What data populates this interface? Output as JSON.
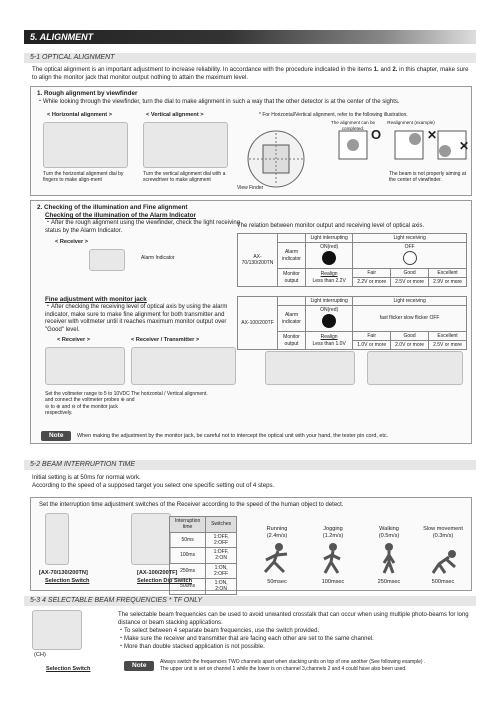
{
  "banner": "5. ALIGNMENT",
  "s51": {
    "head": "5-1  OPTICAL ALIGNMENT",
    "intro_a": "The optical alignment is an important adjustment to increase reliability.  In accordance with the procedure indicated in the items ",
    "intro_b1": "1.",
    "intro_and": " and ",
    "intro_b2": "2.",
    "intro_c": " in this chapter, make sure to align the monitor jack that monitor output nothing to attain the maximum level.",
    "step1_title": "1. Rough alignment by viewfinder",
    "step1_text": "・While looking through the viewfinder, turn the dial to make alignment in such a way that the other detector is at the center of the sights.",
    "h_align": "< Horizontal alignment >",
    "v_align": "< Vertical alignment >",
    "note_hv": "* For Horizontal/Vertical alignment, refer to the following illustration.",
    "aligned_label": "The alignment can be completed.",
    "realign_label": "Realignment (example)",
    "cap_h": "Turn the horizontal alignment dial by fingers to make align-ment",
    "cap_v": "Turn the vertical alignment dial with a screwdriver to make alignment",
    "cap_vf": "View Finder",
    "cap_beam": "The beam is not properly aiming at the center of viewfinder.",
    "o_mark": "O",
    "x_mark": "✕",
    "step2_title": "2. Checking of the illumination and Fine alignment",
    "step2_sub": "Checking of the illumination of the Alarm Indicator",
    "step2_text": "・After the rough alignment using the viewfinder, check the light receiving status by the Alarm Indicator.",
    "receiver_label": "< Receiver >",
    "alarm_ind_label": "Alarm Indicator",
    "relation_title": "The relation between monitor output and receiving level of optical axis.",
    "fine_title": "Fine adjustment with monitor jack",
    "fine_text": "・After checking the receiving level of optical axis by using the alarm indicator, make sure to make fine alignment for both transmitter and receiver with voltmeter until it reaches maximum monitor output over \"Good\" level.",
    "receiver2": "< Receiver >",
    "rt_label": "< Receiver  /  Transmitter >",
    "cap_volt": "Set the voltmeter range to 5 to 10VDC and connect the voltmeter probes ⊕ and ⊖ to ⊕ and ⊖ of the monitor jack respectively.",
    "cap_hv": "The horizontal / Vertical alignment.",
    "note_label": "Note",
    "note_text": "When making the adjustment by the monitor jack, be careful not to intercept the optical unit with your hand, the tester pin cord, etc."
  },
  "table1": {
    "model": "AX-70/130/200TN",
    "h_light_int": "Light interrupting",
    "h_light_rec": "Light receiving",
    "alarm": "Alarm indicator",
    "on_red": "ON(red)",
    "off": "OFF",
    "monitor": "Monitor output",
    "realign": "Realign",
    "less": "Less than 2.2V",
    "fair": "Fair",
    "good": "Good",
    "excellent": "Excellent",
    "v_fair": "2.2V or more",
    "v_good": "2.5V or more",
    "v_exc": "2.9V or more"
  },
  "table2": {
    "model": "AX-100/200TF",
    "h_light_int": "Light interrupting",
    "h_light_rec": "Light receiving",
    "alarm": "Alarm indicator",
    "on_red": "ON(red)",
    "fast": "fast flicker",
    "slow": "slow flicker",
    "off": "OFF",
    "monitor": "Monitor output",
    "realign": "Realign",
    "less": "Less than 1.0V",
    "fair": "Fair",
    "good": "Good",
    "excellent": "Excellent",
    "v_fair": "1.0V or more",
    "v_good": "2.0V or more",
    "v_exc": "2.5V or more"
  },
  "s52": {
    "head": "5-2  BEAM INTERRUPTION TIME",
    "line1": "Initial setting is at 50ms for normal work.",
    "line2": "According to the speed of a supposed target you select one specific setting out of 4 steps.",
    "box_title": "Set the interruption time adjustment switches of the Receiver according to the speed of the human object to detect.",
    "col_time": "Interruption time",
    "col_sw": "Switches",
    "rows": [
      {
        "t": "50ms",
        "s": "1:OFF, 2:OFF"
      },
      {
        "t": "100ms",
        "s": "1:OFF, 2:ON"
      },
      {
        "t": "250ms",
        "s": "1:ON, 2:OFF"
      },
      {
        "t": "500ms",
        "s": "1:ON, 2:ON"
      }
    ],
    "runners": [
      {
        "name": "Running",
        "speed": "(2.4m/s)",
        "ms": "50msec"
      },
      {
        "name": "Jogging",
        "speed": "(1.2m/s)",
        "ms": "100msec"
      },
      {
        "name": "Walking",
        "speed": "(0.5m/s)",
        "ms": "250msec"
      },
      {
        "name": "Slow movement",
        "speed": "(0.3m/s)",
        "ms": "500msec"
      }
    ],
    "sw1_model": "[AX-70/130/200TN]",
    "sw1_label": "Selection Switch",
    "sw2_model": "[AX-100/200TF]",
    "sw2_label": "Selection Dip Switch"
  },
  "s53": {
    "head": "5-3  4 SELECTABLE BEAM FREQUENCIES   * TF ONLY",
    "intro": "The selectable beam frequencies can be used to avoid unwanted crosstalk that can occur when using multiple photo-beams for long distance or beam stacking applications.",
    "b1": "・To select between 4 separate beam frequencies, use the switch provided.",
    "b2": "・Make sure the receiver and transmitter that are facing each other are set to the same channel.",
    "b3": "・More than double stacked application is not possible.",
    "ch": "(CH)",
    "sel": "Selection Switch",
    "note_label": "Note",
    "note1": "Always switch the frequencies TWO channels apart when stacking units on top of one another (See following example) .",
    "note2": "The upper unit is set on channel 1 while the lower is on channel 3,channels 2 and 4 could have also been used."
  }
}
